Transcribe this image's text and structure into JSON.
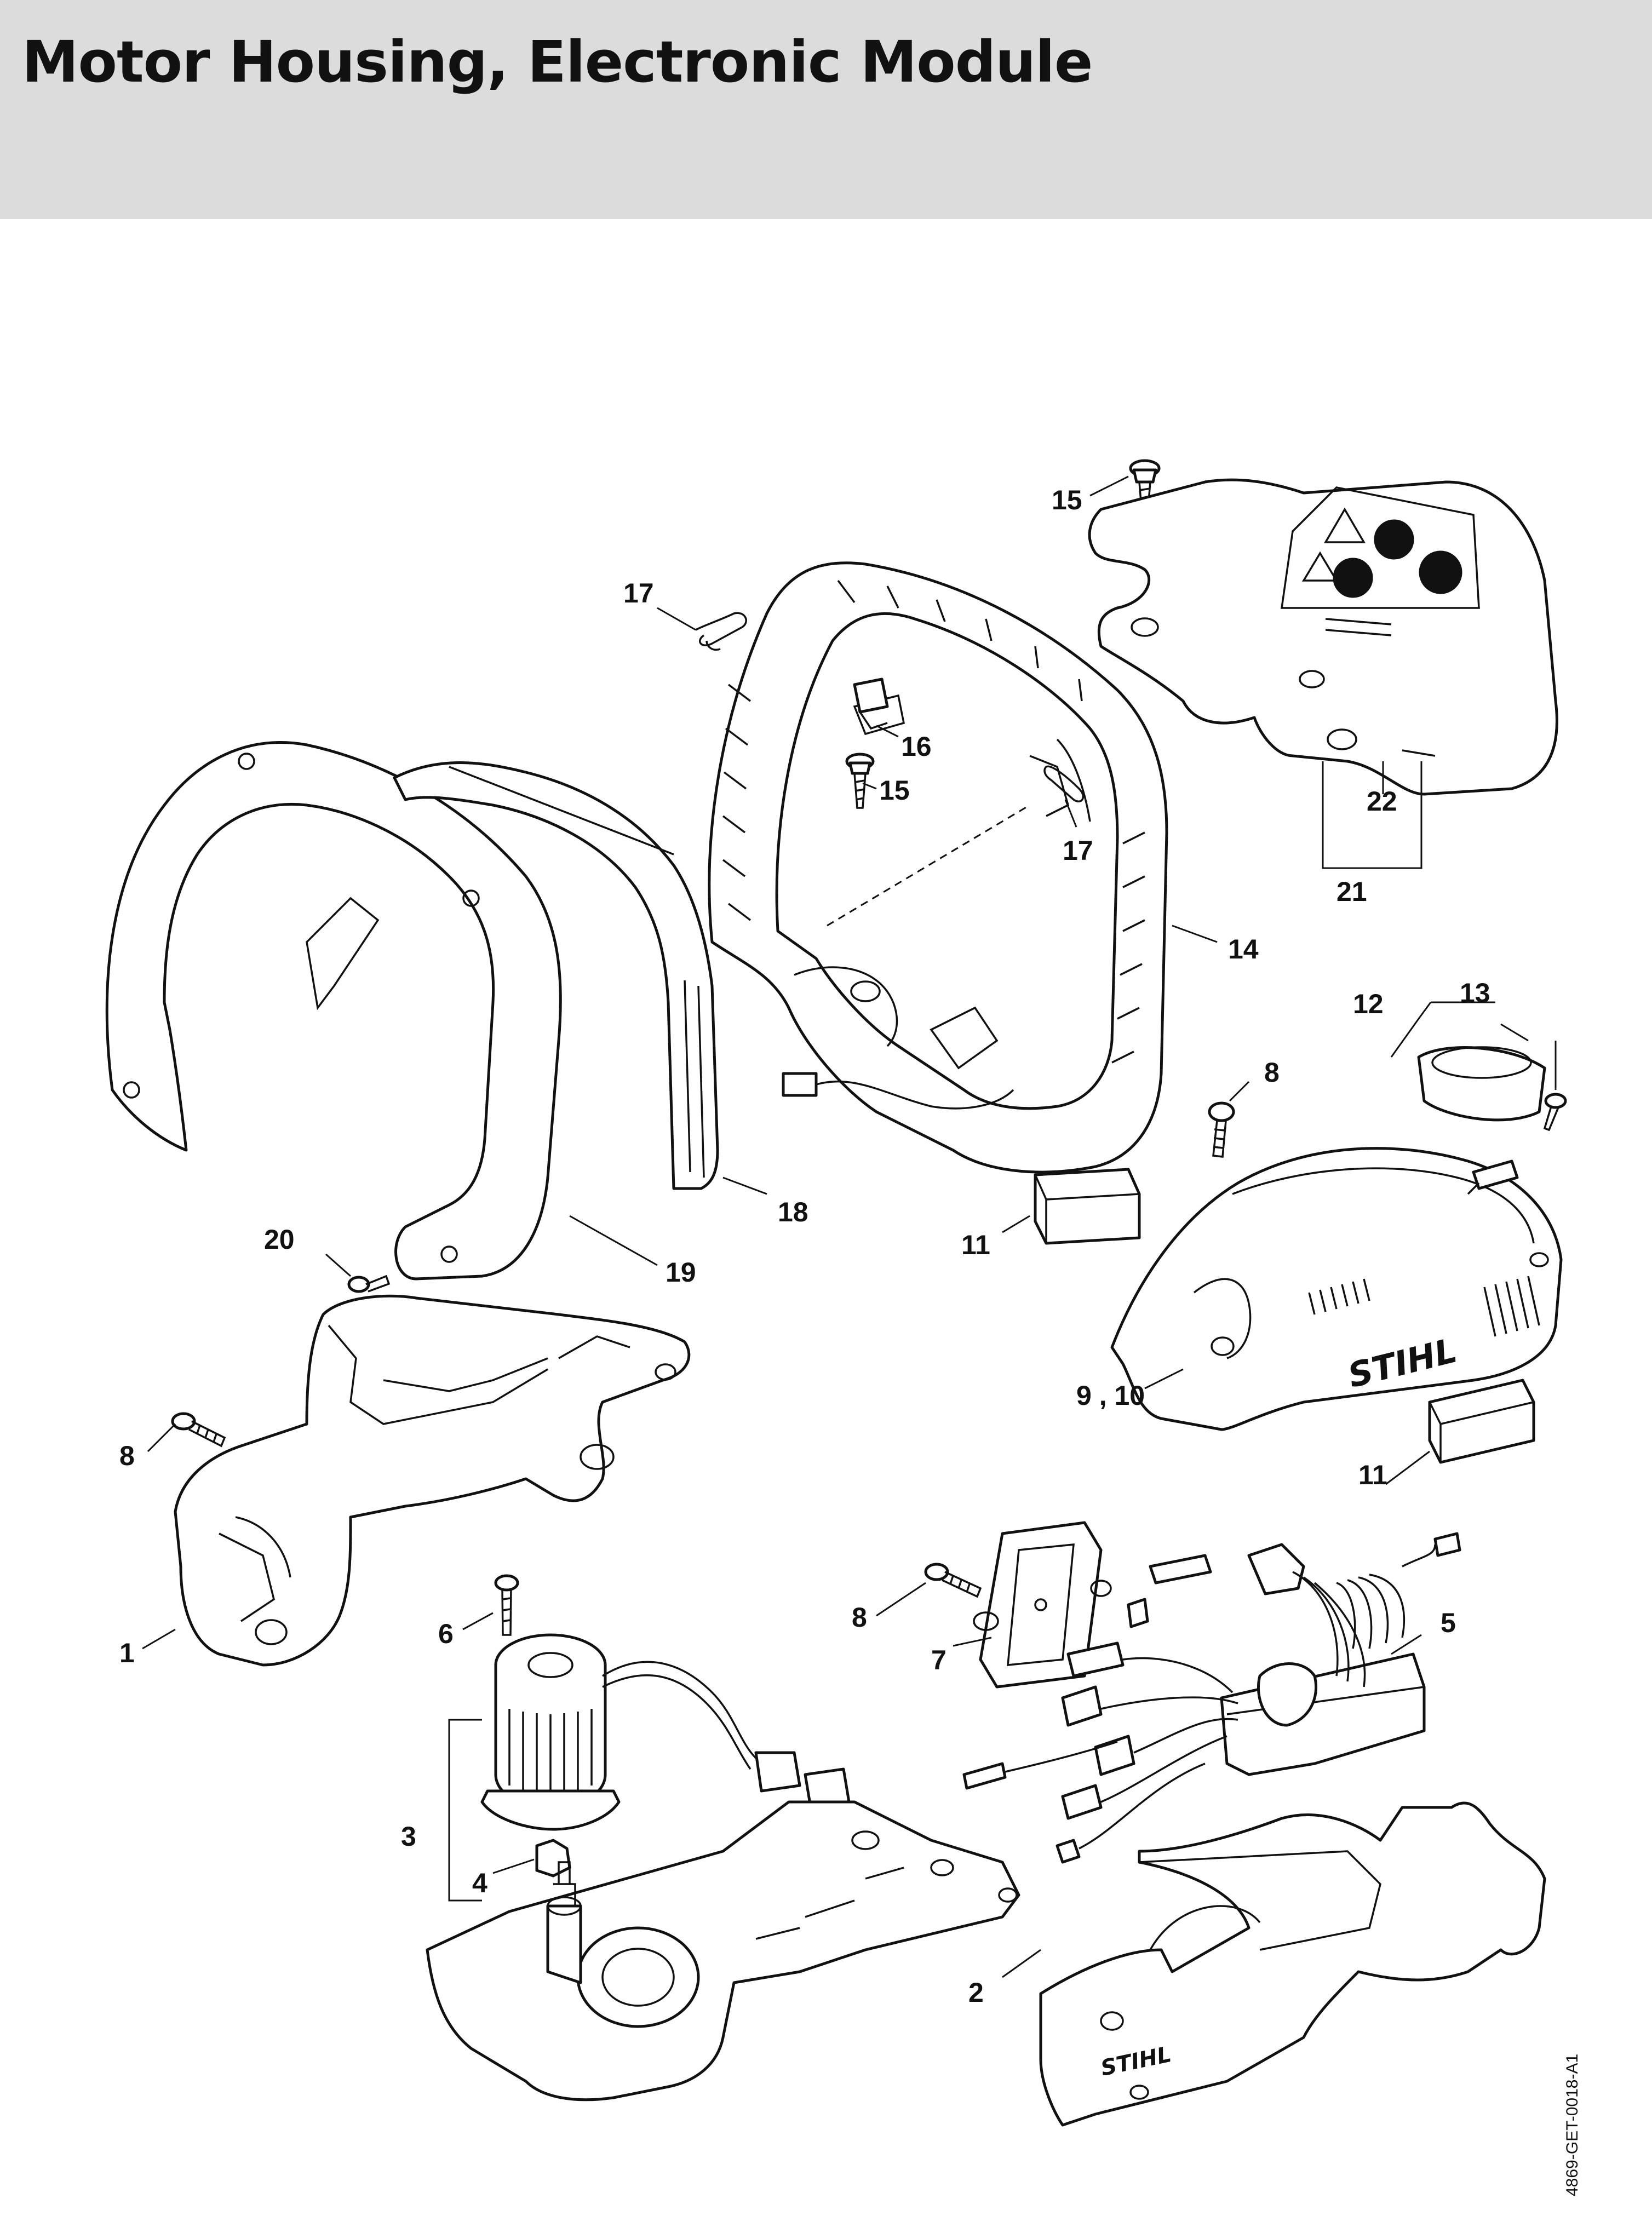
{
  "title": "Motor Housing, Electronic Module",
  "logo_text": "STIHL",
  "document_code": "4869-GET-0018-A1",
  "callouts": [
    {
      "id": "c15a",
      "label": "15"
    },
    {
      "id": "c17a",
      "label": "17"
    },
    {
      "id": "c16",
      "label": "16"
    },
    {
      "id": "c15b",
      "label": "15"
    },
    {
      "id": "c17b",
      "label": "17"
    },
    {
      "id": "c22",
      "label": "22"
    },
    {
      "id": "c21",
      "label": "21"
    },
    {
      "id": "c14",
      "label": "14"
    },
    {
      "id": "c13",
      "label": "13"
    },
    {
      "id": "c12",
      "label": "12"
    },
    {
      "id": "c8a",
      "label": "8"
    },
    {
      "id": "c18",
      "label": "18"
    },
    {
      "id": "c11a",
      "label": "11"
    },
    {
      "id": "c20",
      "label": "20"
    },
    {
      "id": "c19",
      "label": "19"
    },
    {
      "id": "c910",
      "label": "9 , 10"
    },
    {
      "id": "c8b",
      "label": "8"
    },
    {
      "id": "c11b",
      "label": "11"
    },
    {
      "id": "c8c",
      "label": "8"
    },
    {
      "id": "c5",
      "label": "5"
    },
    {
      "id": "c6",
      "label": "6"
    },
    {
      "id": "c7",
      "label": "7"
    },
    {
      "id": "c1",
      "label": "1"
    },
    {
      "id": "c3",
      "label": "3"
    },
    {
      "id": "c4",
      "label": "4"
    },
    {
      "id": "c2",
      "label": "2"
    }
  ]
}
